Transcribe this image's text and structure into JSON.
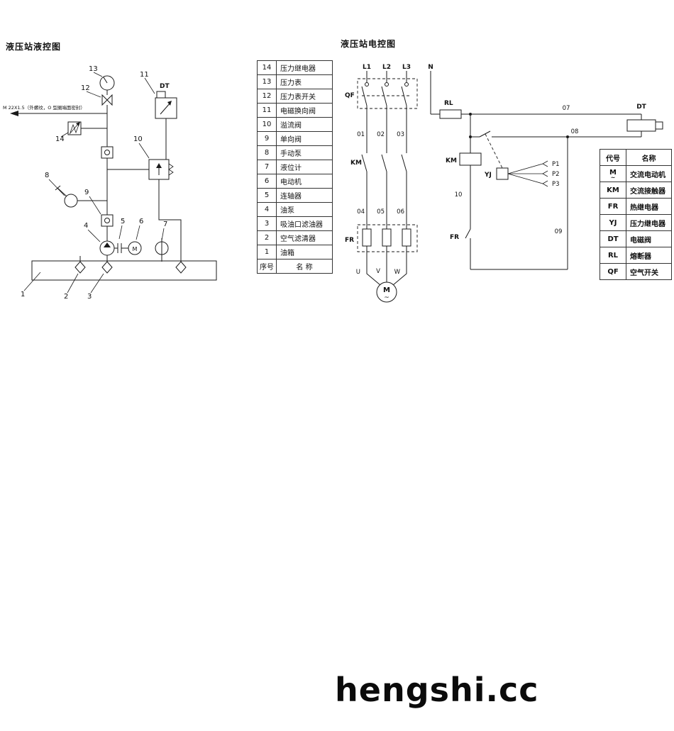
{
  "titles": {
    "left": "液压站液控图",
    "right": "液压站电控图"
  },
  "watermark": "hengshi.cc",
  "left": {
    "note": "M 22X1.5（外螺纹，O 型圈端面密封）",
    "dt": "DT",
    "motor_m": "M",
    "callouts": {
      "c1": "1",
      "c2": "2",
      "c3": "3",
      "c4": "4",
      "c5": "5",
      "c6": "6",
      "c7": "7",
      "c8": "8",
      "c9": "9",
      "c10": "10",
      "c11": "11",
      "c12": "12",
      "c13": "13",
      "c14": "14"
    }
  },
  "right": {
    "phases": {
      "l1": "L1",
      "l2": "L2",
      "l3": "L3",
      "n": "N"
    },
    "labels": {
      "qf": "QF",
      "km_contacts": "KM",
      "fr_elements": "FR",
      "rl": "RL",
      "dt": "DT",
      "km_coil": "KM",
      "yj": "YJ",
      "fr_contact": "FR"
    },
    "wires": {
      "w01": "01",
      "w02": "02",
      "w03": "03",
      "w04": "04",
      "w05": "05",
      "w06": "06",
      "w07": "07",
      "w08": "08",
      "w09": "09",
      "w10": "10"
    },
    "motor": {
      "m": "M",
      "tilde": "~",
      "u": "U",
      "v": "V",
      "w": "W"
    },
    "terminals": {
      "p1": "P1",
      "p2": "P2",
      "p3": "P3"
    }
  },
  "parts_table": {
    "rows": [
      {
        "no": "14",
        "name": "压力继电器"
      },
      {
        "no": "13",
        "name": "压力表"
      },
      {
        "no": "12",
        "name": "压力表开关"
      },
      {
        "no": "11",
        "name": "电磁换向阀"
      },
      {
        "no": "10",
        "name": "溢流阀"
      },
      {
        "no": "9",
        "name": "单向阀"
      },
      {
        "no": "8",
        "name": "手动泵"
      },
      {
        "no": "7",
        "name": "液位计"
      },
      {
        "no": "6",
        "name": "电动机"
      },
      {
        "no": "5",
        "name": "连轴器"
      },
      {
        "no": "4",
        "name": "油泵"
      },
      {
        "no": "3",
        "name": "吸油口滤油器"
      },
      {
        "no": "2",
        "name": "空气滤清器"
      },
      {
        "no": "1",
        "name": "油箱"
      }
    ],
    "footer": {
      "no": "序号",
      "name": "名  称"
    }
  },
  "legend_table": {
    "header": {
      "code": "代号",
      "name": "名称"
    },
    "rows": [
      {
        "code": "M",
        "code_sub": "~",
        "name": "交流电动机"
      },
      {
        "code": "KM",
        "name": "交流接触器"
      },
      {
        "code": "FR",
        "name": "热继电器"
      },
      {
        "code": "YJ",
        "name": "压力继电器"
      },
      {
        "code": "DT",
        "name": "电磁阀"
      },
      {
        "code": "RL",
        "name": "熔断器"
      },
      {
        "code": "QF",
        "name": "空气开关"
      }
    ]
  }
}
